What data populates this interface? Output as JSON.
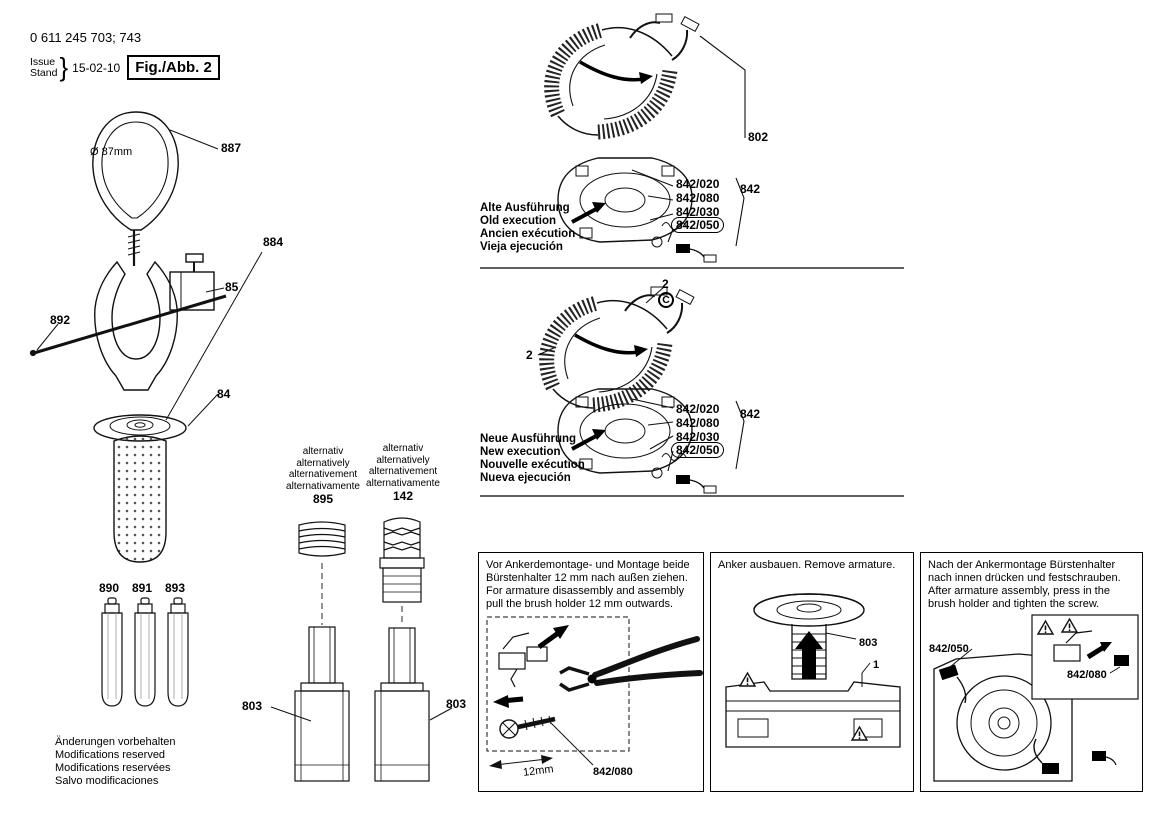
{
  "doc": {
    "part_number": "0 611 245 703; 743",
    "issue_label": "Issue",
    "stand_label": "Stand",
    "brace": "}",
    "date": "15-02-10",
    "figure_label": "Fig./Abb. 2",
    "footer_lines": [
      "Änderungen vorbehalten",
      "Modifications reserved",
      "Modifications reservées",
      "Salvo modificaciones"
    ]
  },
  "handle": {
    "diameter": "Ø 87mm",
    "r887": "887",
    "r884": "884",
    "r85": "85",
    "r892": "892",
    "r84": "84",
    "r890": "890",
    "r891": "891",
    "r893": "893"
  },
  "alt_left": {
    "lines": [
      "alternativ",
      "alternatively",
      "alternativement",
      "alternativamente"
    ],
    "ref": "895",
    "r803": "803"
  },
  "alt_right": {
    "lines": [
      "alternativ",
      "alternatively",
      "alternativement",
      "alternativamente"
    ],
    "ref": "142",
    "r803": "803"
  },
  "old_exec": {
    "titles": [
      "Alte Ausführung",
      "Old execution",
      "Ancien exécution",
      "Vieja ejecución"
    ],
    "r802": "802",
    "r842": "842",
    "parts": [
      "842/020",
      "842/080",
      "842/030",
      "842/050"
    ]
  },
  "new_exec": {
    "titles": [
      "Neue Ausführung",
      "New execution",
      "Nouvelle exécution",
      "Nueva ejecución"
    ],
    "r2_top": "2",
    "r2_left": "2",
    "rc": "C",
    "r842": "842",
    "parts": [
      "842/020",
      "842/080",
      "842/030",
      "842/050"
    ]
  },
  "panel1": {
    "lines": [
      "Vor Ankerdemontage- und Montage beide",
      "Bürstenhalter 12 mm nach außen ziehen.",
      "For armature disassembly and assembly",
      "pull the brush holder 12 mm outwards."
    ],
    "dim": "12mm",
    "ref": "842/080"
  },
  "panel2": {
    "lines": [
      "Anker ausbauen. Remove armature."
    ],
    "r803": "803",
    "r1": "1"
  },
  "panel3": {
    "lines": [
      "Nach der Ankermontage Bürstenhalter",
      "nach innen drücken und festschrauben.",
      "After armature assembly, press in the",
      "brush holder and tighten the screw."
    ],
    "r050": "842/050",
    "r080": "842/080"
  }
}
